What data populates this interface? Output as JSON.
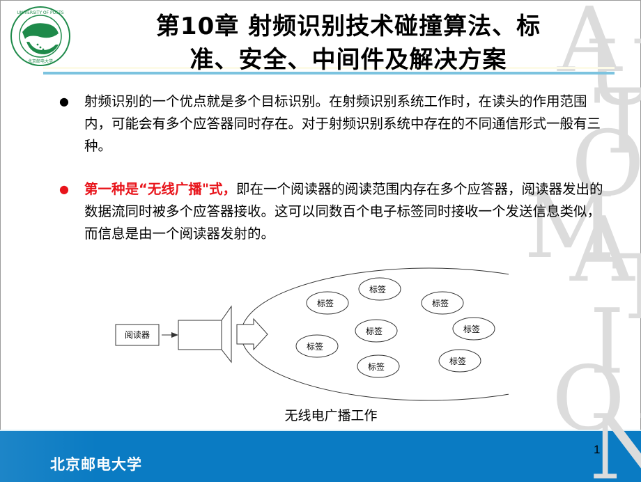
{
  "slide": {
    "title_line1": "第10章 射频识别技术碰撞算法、标",
    "title_line2": "准、安全、中间件及解决方案",
    "watermark_letters": [
      "A",
      "U",
      "T",
      "O",
      "M",
      "A",
      "T",
      "I",
      "O",
      "N"
    ],
    "bullets": [
      {
        "marker": "●",
        "highlight": "",
        "text": "射频识别的一个优点就是多个目标识别。在射频识别系统工作时，在读头的作用范围内，可能会有多个应答器同时存在。对于射频识别系统中存在的不同通信形式一般有三种。"
      },
      {
        "marker": "●",
        "highlight": "第一种是“无线广播\"式，",
        "text": "即在一个阅读器的阅读范围内存在多个应答器，阅读器发出的数据流同时被多个应答器接收。这可以同数百个电子标签同时接收一个发送信息类似，而信息是由一个阅读器发射的。"
      }
    ],
    "diagram": {
      "reader_label": "阅读器",
      "tag_label": "标签",
      "tag_count": 8
    },
    "caption": "无线电广播工作",
    "footer": {
      "university": "北京邮电大学",
      "page_number": "1"
    },
    "colors": {
      "footer_blue": "#0a7bc3",
      "title_underline": "#7cc3df",
      "highlight_red": "#e8141b",
      "logo_green": "#1e8a4a",
      "watermark_gray": "#dcdcdc"
    }
  }
}
